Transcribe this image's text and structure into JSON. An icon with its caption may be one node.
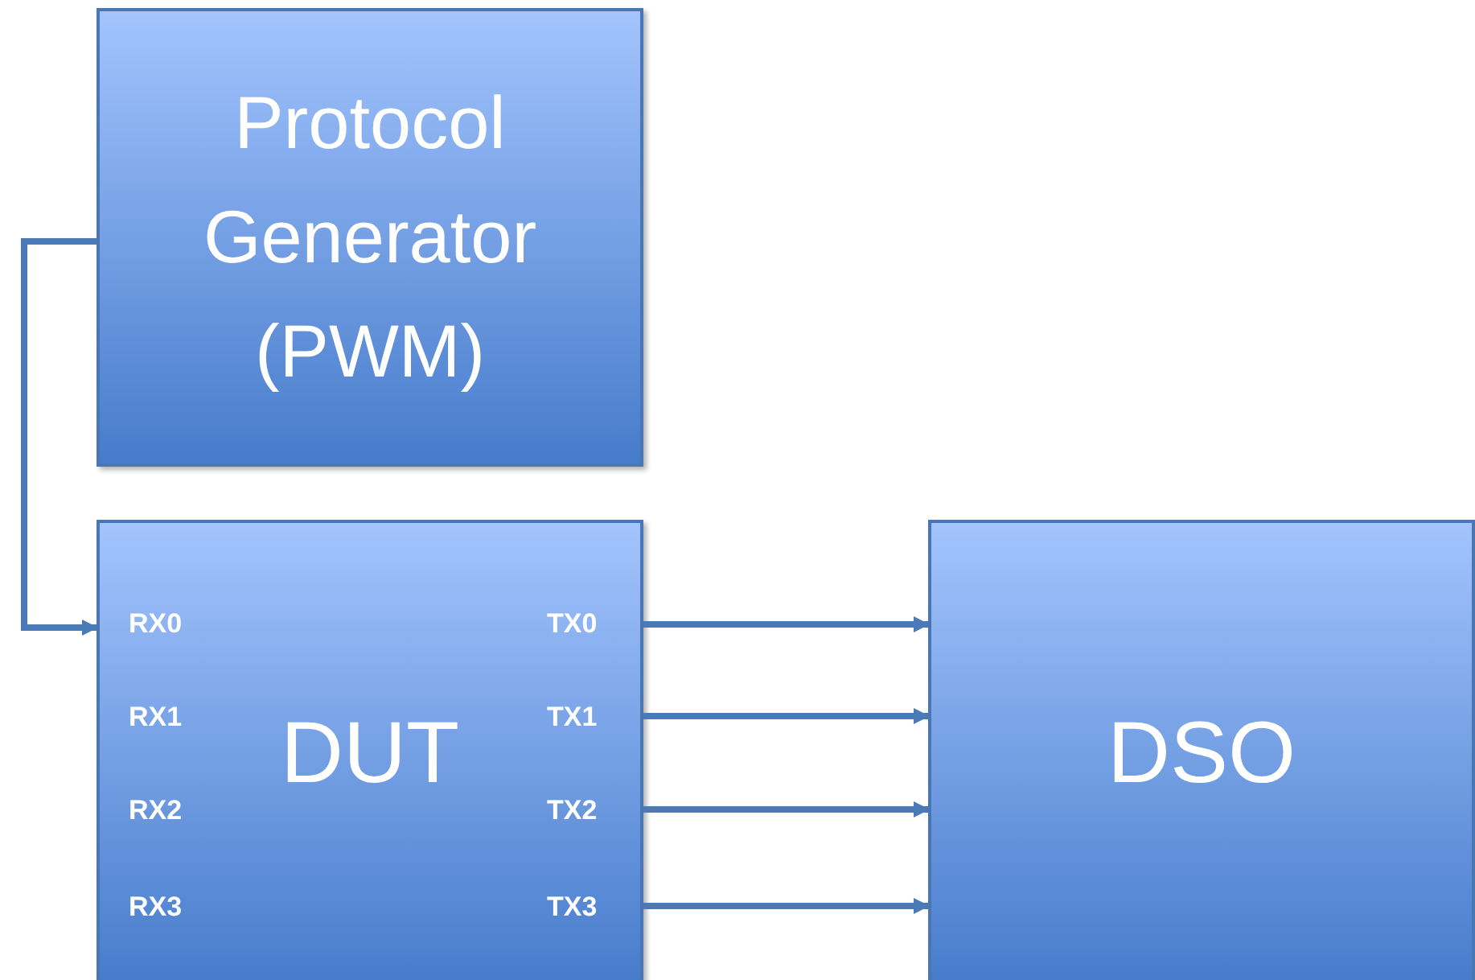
{
  "diagram": {
    "nodes": [
      {
        "text": [
          "Protocol Generator (PWM)"
        ]
      },
      {
        "text": [
          "DUT"
        ]
      },
      {
        "text": [
          "DSO"
        ]
      }
    ],
    "edges": [
      {
        "from": 0,
        "to": 1,
        "arrow": "to"
      },
      {
        "from": 1,
        "to": 2,
        "arrow": "to"
      },
      {
        "from": 1,
        "to": 2,
        "arrow": "to"
      },
      {
        "from": 1,
        "to": 2,
        "arrow": "to"
      },
      {
        "from": 1,
        "to": 2,
        "arrow": "to"
      }
    ],
    "labels": [
      "RX0",
      "TX0",
      "RX1",
      "TX1",
      "RX2",
      "TX2",
      "RX3",
      "TX3"
    ]
  }
}
